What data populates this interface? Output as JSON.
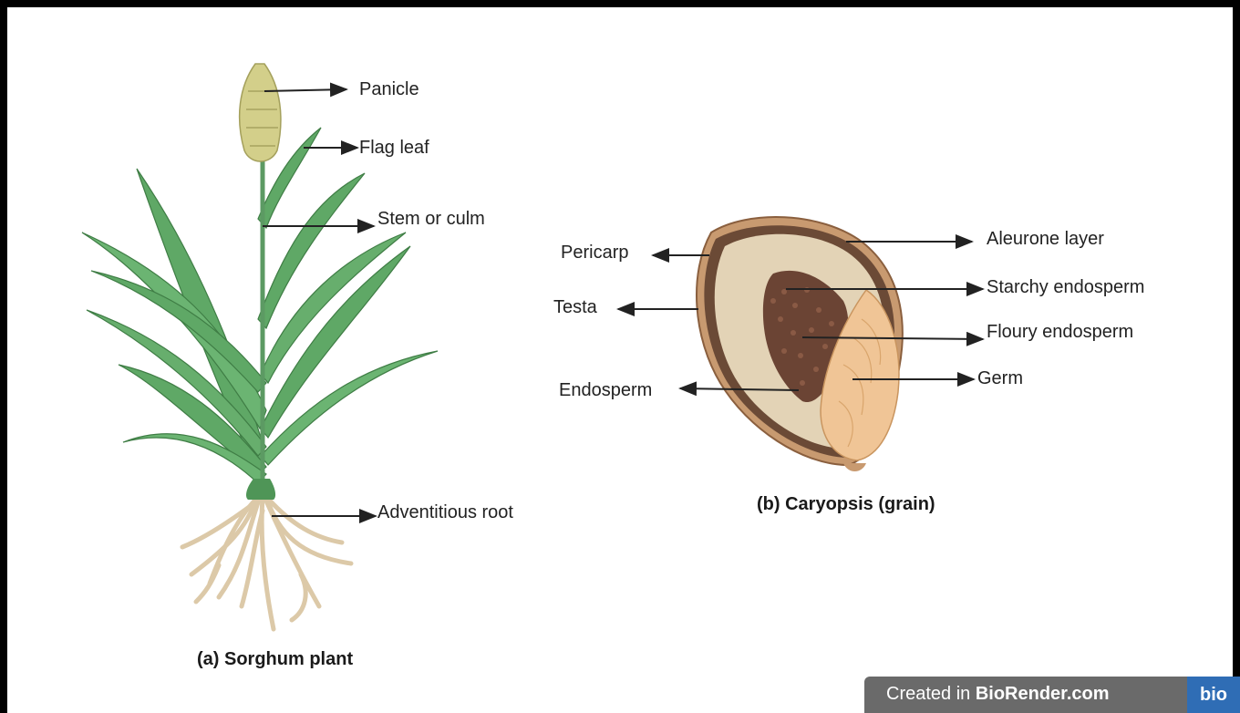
{
  "plant": {
    "caption": "(a) Sorghum plant",
    "labels": {
      "panicle": "Panicle",
      "flag_leaf": "Flag leaf",
      "stem": "Stem or culm",
      "root": "Adventitious root"
    }
  },
  "grain": {
    "caption": "(b) Caryopsis (grain)",
    "labels": {
      "pericarp": "Pericarp",
      "testa": "Testa",
      "endosperm": "Endosperm",
      "aleurone": "Aleurone layer",
      "starchy": "Starchy endosperm",
      "floury": "Floury endosperm",
      "germ": "Germ"
    }
  },
  "badge": {
    "prefix": "Created in ",
    "brand": "BioRender.com",
    "logo": "bio"
  },
  "colors": {
    "leaf": "#5fa866",
    "leaf_dark": "#3f7d45",
    "panicle": "#d3cf8a",
    "root": "#e0cfb3",
    "pericarp": "#c89a70",
    "testa": "#6b4a36",
    "endosperm": "#e3d3b6",
    "starchy": "#6b4434",
    "germ": "#f0c596"
  }
}
